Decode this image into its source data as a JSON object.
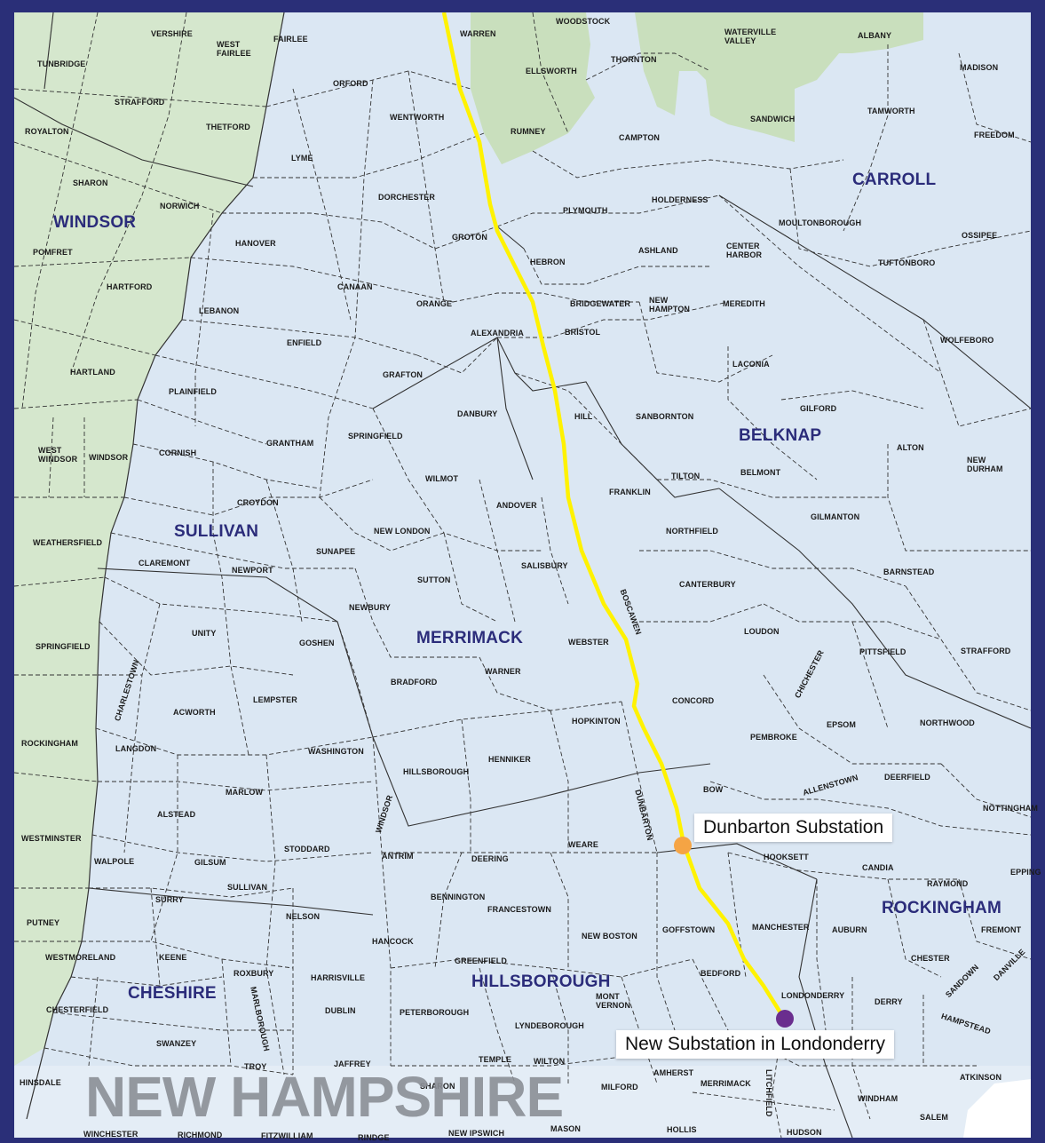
{
  "colors": {
    "new_hampshire": "#dbe7f3",
    "vermont": "#d5e7cd",
    "forest": "#c9dfbd",
    "frame": "#2a2f78",
    "route": "#fff200",
    "dunbarton_marker": "#f5a444",
    "londonderry_marker": "#6a2e8e",
    "county_label": "#2b2c7a"
  },
  "map": {
    "state_label": "NEW HAMPSHIRE",
    "counties": {
      "windsor": "WINDSOR",
      "sullivan": "SULLIVAN",
      "cheshire": "CHESHIRE",
      "merrimack": "MERRIMACK",
      "hillsborough": "HILLSBOROUGH",
      "belknap": "BELKNAP",
      "carroll": "CARROLL",
      "rockingham": "ROCKINGHAM"
    },
    "callouts": {
      "dunbarton": "Dunbarton Substation",
      "londonderry": "New Substation in Londonderry"
    },
    "towns": [
      "VERSHIRE",
      "WEST FAIRLEE",
      "FAIRLEE",
      "TUNBRIDGE",
      "STRAFFORD",
      "THETFORD",
      "ROYALTON",
      "SHARON",
      "NORWICH",
      "POMFRET",
      "HARTFORD",
      "HARTLAND",
      "WEST WINDSOR",
      "WINDSOR",
      "WEATHERSFIELD",
      "SPRINGFIELD",
      "ROCKINGHAM",
      "WESTMINSTER",
      "PUTNEY",
      "WOODSTOCK",
      "WARREN",
      "ELLSWORTH",
      "THORNTON",
      "WATERVILLE VALLEY",
      "ALBANY",
      "MADISON",
      "ORFORD",
      "WENTWORTH",
      "RUMNEY",
      "CAMPTON",
      "SANDWICH",
      "TAMWORTH",
      "FREEDOM",
      "LYME",
      "DORCHESTER",
      "PLYMOUTH",
      "HOLDERNESS",
      "MOULTONBOROUGH",
      "OSSIPEE",
      "HANOVER",
      "GROTON",
      "HEBRON",
      "ASHLAND",
      "CENTER HARBOR",
      "TUFTONBORO",
      "CANAAN",
      "ORANGE",
      "BRIDGEWATER",
      "NEW HAMPTON",
      "MEREDITH",
      "LEBANON",
      "ENFIELD",
      "ALEXANDRIA",
      "BRISTOL",
      "WOLFEBORO",
      "LACONIA",
      "GRAFTON",
      "PLAINFIELD",
      "DANBURY",
      "HILL",
      "SANBORNTON",
      "GILFORD",
      "CORNISH",
      "GRANTHAM",
      "SPRINGFIELD",
      "ALTON",
      "NEW DURHAM",
      "WILMOT",
      "FRANKLIN",
      "TILTON",
      "BELMONT",
      "CROYDON",
      "ANDOVER",
      "GILMANTON",
      "NEW LONDON",
      "NORTHFIELD",
      "CLAREMONT",
      "NEWPORT",
      "SUNAPEE",
      "SALISBURY",
      "CANTERBURY",
      "BARNSTEAD",
      "SUTTON",
      "BOSCAWEN",
      "NEWBURY",
      "UNITY",
      "GOSHEN",
      "WEBSTER",
      "LOUDON",
      "CHICHESTER",
      "PITTSFIELD",
      "STRAFFORD",
      "CHARLESTOWN",
      "WARNER",
      "BRADFORD",
      "LEMPSTER",
      "ACWORTH",
      "CONCORD",
      "HOPKINTON",
      "EPSOM",
      "NORTHWOOD",
      "LANGDON",
      "WASHINGTON",
      "PEMBROKE",
      "HENNIKER",
      "HILLSBOROUGH",
      "ALLENSTOWN",
      "DEERFIELD",
      "MARLOW",
      "BOW",
      "NOTTINGHAM",
      "ALSTEAD",
      "WINDSOR",
      "DUNBARTON",
      "STODDARD",
      "ANTRIM",
      "DEERING",
      "WEARE",
      "HOOKSETT",
      "CANDIA",
      "WALPOLE",
      "GILSUM",
      "SULLIVAN",
      "RAYMOND",
      "EPPING",
      "SURRY",
      "BENNINGTON",
      "FRANCESTOWN",
      "NELSON",
      "GOFFSTOWN",
      "MANCHESTER",
      "AUBURN",
      "FREMONT",
      "HANCOCK",
      "NEW BOSTON",
      "WESTMORELAND",
      "KEENE",
      "ROXBURY",
      "HARRISVILLE",
      "GREENFIELD",
      "BEDFORD",
      "CHESTER",
      "SANDOWN",
      "DANVILLE",
      "MARLBOROUGH",
      "MONT VERNON",
      "LONDONDERRY",
      "DERRY",
      "CHESTERFIELD",
      "DUBLIN",
      "PETERBOROUGH",
      "LYNDEBOROUGH",
      "HAMPSTEAD",
      "SWANZEY",
      "TEMPLE",
      "WILTON",
      "TROY",
      "JAFFREY",
      "AMHERST",
      "LITCHFIELD",
      "MERRIMACK",
      "HINSDALE",
      "SHARON",
      "MILFORD",
      "WINDHAM",
      "ATKINSON",
      "SALEM",
      "WINCHESTER",
      "RICHMOND",
      "FITZWILLIAM",
      "RINDGE",
      "NEW IPSWICH",
      "MASON",
      "HOLLIS",
      "HUDSON"
    ]
  }
}
